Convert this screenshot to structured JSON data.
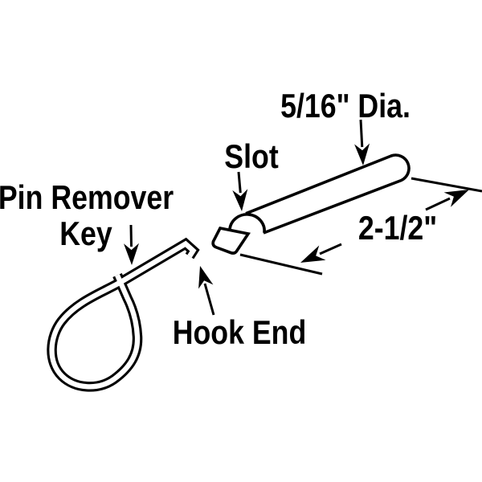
{
  "background_color": "#ffffff",
  "ink_color": "#000000",
  "diagram": {
    "type": "technical-illustration",
    "subject": "pin remover key and slotted pin",
    "labels": {
      "diameter": "5/16\" Dia.",
      "slot": "Slot",
      "key_line1": "Pin Remover",
      "key_line2": "Key",
      "length": "2-1/2\"",
      "hook_end": "Hook End"
    }
  }
}
